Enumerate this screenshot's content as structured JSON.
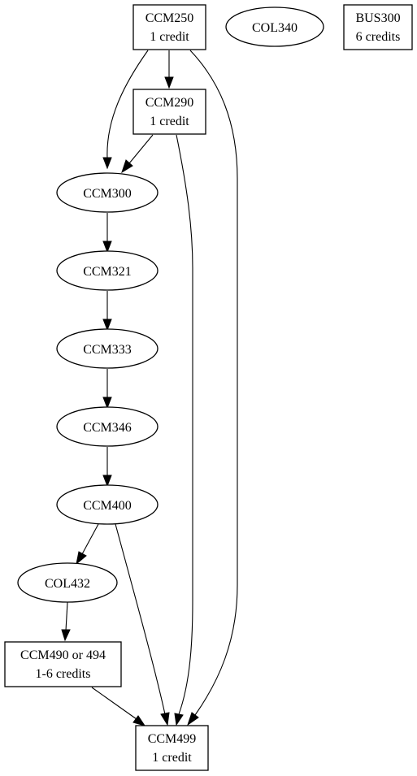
{
  "nodes": {
    "ccm250": {
      "line1": "CCM250",
      "line2": "1 credit"
    },
    "col340": {
      "line1": "COL340"
    },
    "bus300": {
      "line1": "BUS300",
      "line2": "6 credits"
    },
    "ccm290": {
      "line1": "CCM290",
      "line2": "1 credit"
    },
    "ccm300": {
      "line1": "CCM300"
    },
    "ccm321": {
      "line1": "CCM321"
    },
    "ccm333": {
      "line1": "CCM333"
    },
    "ccm346": {
      "line1": "CCM346"
    },
    "ccm400": {
      "line1": "CCM400"
    },
    "col432": {
      "line1": "COL432"
    },
    "ccm490": {
      "line1": "CCM490 or 494",
      "line2": "1-6 credits"
    },
    "ccm499": {
      "line1": "CCM499",
      "line2": "1 credit"
    }
  },
  "edges": [
    {
      "from": "CCM250",
      "to": "CCM290"
    },
    {
      "from": "CCM250",
      "to": "CCM300"
    },
    {
      "from": "CCM250",
      "to": "CCM499"
    },
    {
      "from": "CCM290",
      "to": "CCM300"
    },
    {
      "from": "CCM290",
      "to": "CCM499"
    },
    {
      "from": "CCM300",
      "to": "CCM321"
    },
    {
      "from": "CCM321",
      "to": "CCM333"
    },
    {
      "from": "CCM333",
      "to": "CCM346"
    },
    {
      "from": "CCM346",
      "to": "CCM400"
    },
    {
      "from": "CCM400",
      "to": "COL432"
    },
    {
      "from": "CCM400",
      "to": "CCM499"
    },
    {
      "from": "COL432",
      "to": "CCM490 or 494"
    },
    {
      "from": "CCM490 or 494",
      "to": "CCM499"
    }
  ]
}
